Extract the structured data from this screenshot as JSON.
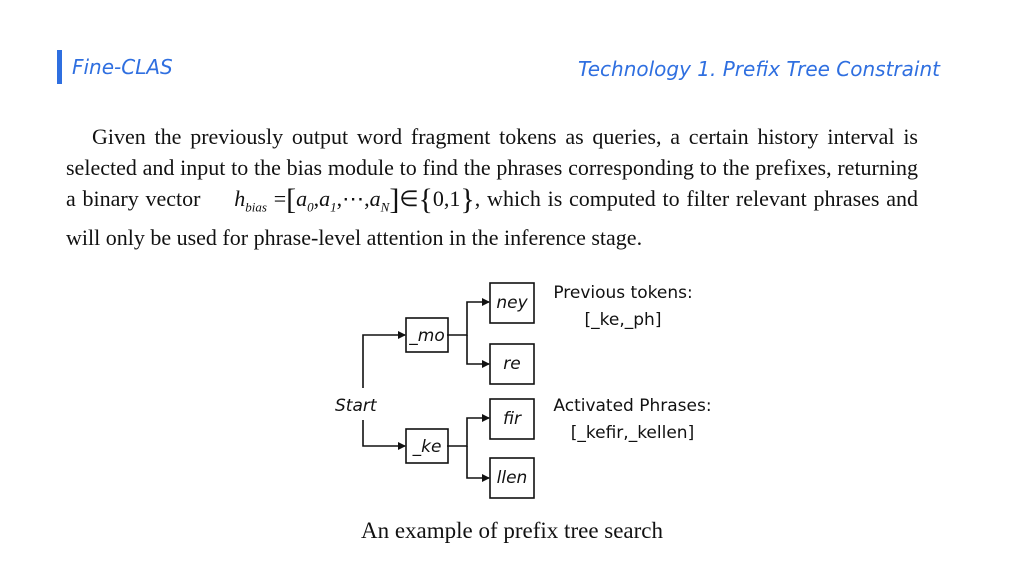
{
  "header": {
    "brand": "Fine-CLAS",
    "section_title": "Technology 1. Prefix Tree Constraint"
  },
  "body_text": {
    "part1": "Given the previously output word fragment tokens as queries, a certain history interval is selected and input to the bias module to find the phrases corresponding to the prefixes, returning a binary vector",
    "part2": ", which is computed to filter relevant phrases and will only be used for phrase-level attention in the inference stage."
  },
  "formula": {
    "lhs": "h",
    "lhs_sub": "bias",
    "equals": "=",
    "open": "[",
    "a0": "a",
    "a0_sub": "0",
    "a1": "a",
    "a1_sub": "1",
    "dots": "⋯",
    "aN": "a",
    "aN_sub": "N",
    "close": "]",
    "in": "∈",
    "set_open": "{",
    "set": "0,1",
    "set_close": "}"
  },
  "diagram": {
    "start": "Start",
    "nodes": {
      "mo": "_mo",
      "ke": "_ke",
      "ney": "ney",
      "re": "re",
      "fir": "fir",
      "llen": "llen"
    },
    "previous_tokens": {
      "label": "Previous tokens:",
      "value": "[_ke,_ph]"
    },
    "activated_phrases": {
      "label": "Activated Phrases:",
      "value": "[_kefir,_kellen]"
    }
  },
  "caption": "An example of prefix tree search",
  "colors": {
    "accent": "#2f6fe0",
    "text": "#111111",
    "background": "#ffffff"
  }
}
